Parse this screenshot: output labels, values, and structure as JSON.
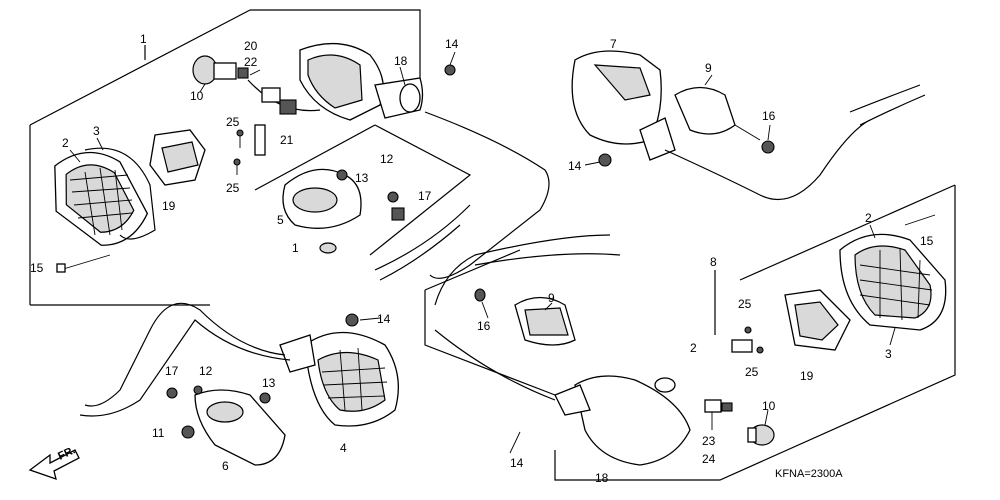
{
  "diagram_code": "KFNA=2300A",
  "front_arrow": "FR.",
  "callouts": {
    "p1_top": "1",
    "p2_l": "2",
    "p3_l": "3",
    "p10_l": "10",
    "p15_l": "15",
    "p19_l": "19",
    "p20": "20",
    "p22": "22",
    "p25_a": "25",
    "p25_b": "25",
    "p21": "21",
    "p18_top": "18",
    "p14_top": "14",
    "p12_top": "12",
    "p13_top": "13",
    "p17_top": "17",
    "p5": "5",
    "p1_small": "1",
    "p7": "7",
    "p9_top": "9",
    "p16_top": "16",
    "p14_mid": "14",
    "p2_r": "2",
    "p15_r": "15",
    "p3_r": "3",
    "p8": "8",
    "p9_mid": "9",
    "p16_mid": "16",
    "p25_r": "25",
    "p2_small": "2",
    "p25_r2": "25",
    "p19_r": "19",
    "p14_lower": "14",
    "p17_low": "17",
    "p12_low": "12",
    "p13_low": "13",
    "p11": "11",
    "p6": "6",
    "p4": "4",
    "p10_r": "10",
    "p23": "23",
    "p24": "24",
    "p14_bot": "14",
    "p18_bot": "18"
  }
}
